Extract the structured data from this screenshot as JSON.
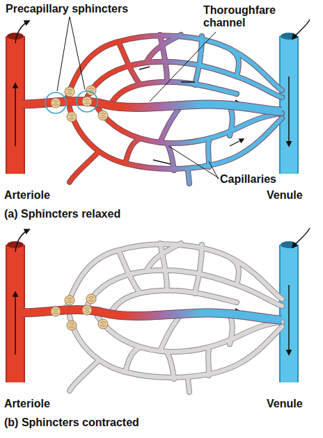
{
  "diagram": {
    "labels": [
      "Precapillary sphincters",
      "Thoroughfare channel",
      "Capillaries",
      "Arteriole",
      "Venule",
      "(a) Sphincters relaxed",
      "Arteriole",
      "Venule",
      "(b) Sphincters contracted"
    ]
  }
}
